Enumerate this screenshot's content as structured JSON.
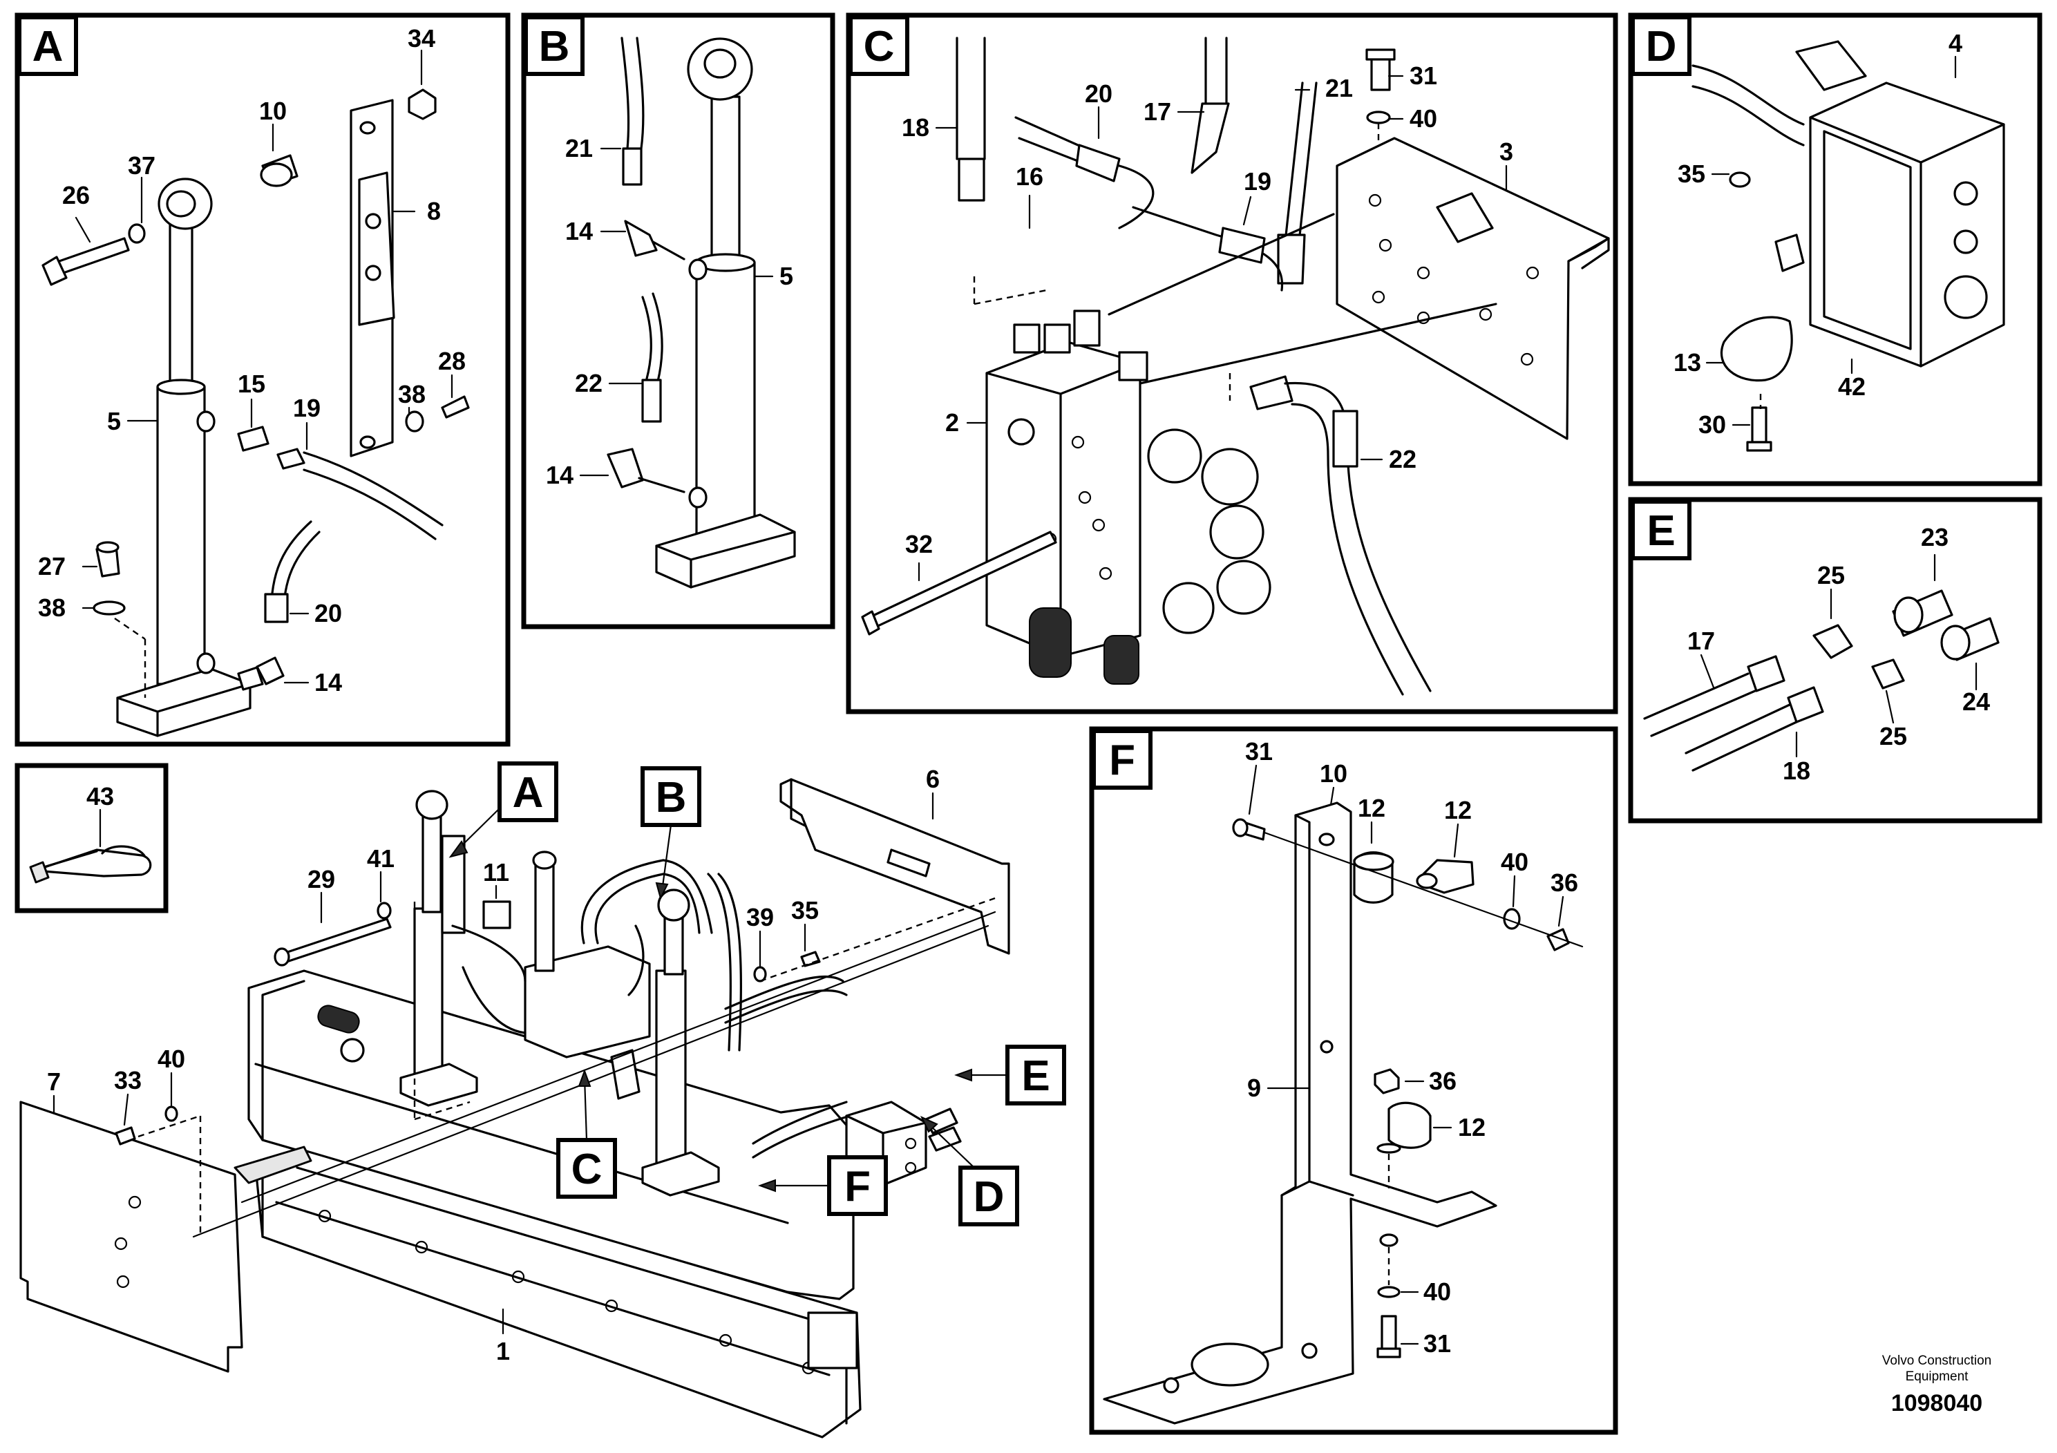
{
  "panels": {
    "A": {
      "letter": "A",
      "labels": [
        "34",
        "10",
        "37",
        "26",
        "8",
        "15",
        "19",
        "38",
        "28",
        "5",
        "27",
        "38",
        "20",
        "14"
      ]
    },
    "B": {
      "letter": "B",
      "labels": [
        "21",
        "14",
        "5",
        "22",
        "14"
      ]
    },
    "C": {
      "letter": "C",
      "labels": [
        "18",
        "20",
        "17",
        "21",
        "31",
        "40",
        "16",
        "19",
        "3",
        "2",
        "22",
        "32"
      ]
    },
    "D": {
      "letter": "D",
      "labels": [
        "4",
        "35",
        "13",
        "42",
        "30"
      ]
    },
    "E": {
      "letter": "E",
      "labels": [
        "23",
        "25",
        "17",
        "24",
        "25",
        "18"
      ]
    },
    "F": {
      "letter": "F",
      "labels": [
        "31",
        "10",
        "12",
        "12",
        "40",
        "36",
        "9",
        "36",
        "12",
        "40",
        "31"
      ]
    },
    "tie": {
      "labels": [
        "43"
      ]
    }
  },
  "overview": {
    "labels": [
      "6",
      "29",
      "41",
      "11",
      "39",
      "35",
      "7",
      "33",
      "40",
      "1"
    ],
    "callouts": [
      "A",
      "B",
      "C",
      "D",
      "E",
      "F"
    ]
  },
  "footer": {
    "company_line1": "Volvo Construction",
    "company_line2": "Equipment",
    "drawing_number": "1098040"
  }
}
